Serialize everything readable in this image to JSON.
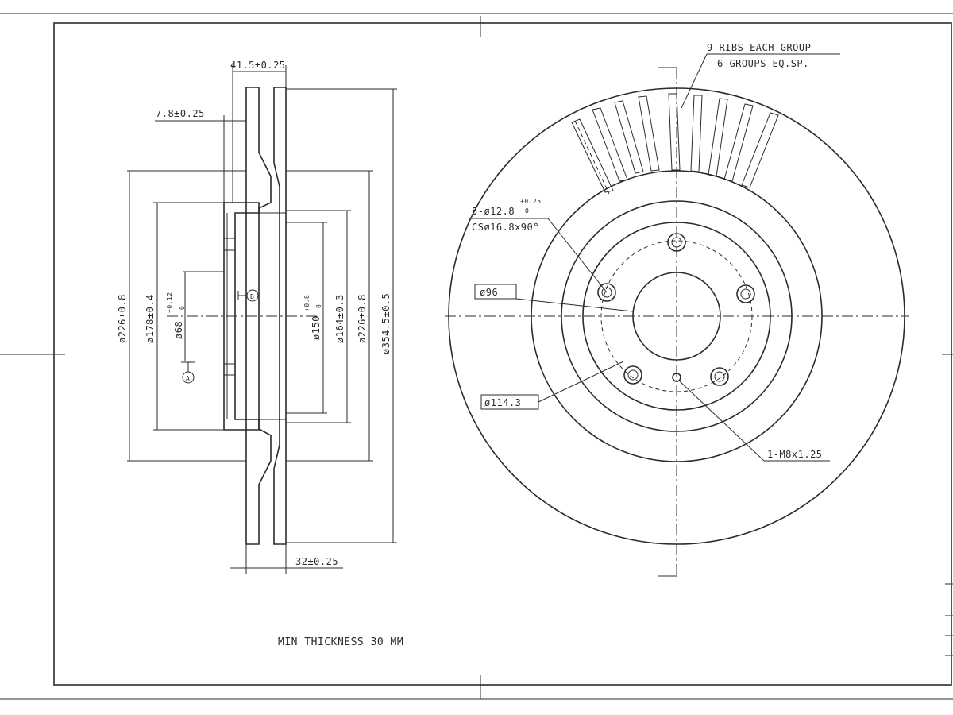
{
  "side_view": {
    "dim_thickness_top": "41.5±0.25",
    "dim_hat_wall": "7.8±0.25",
    "dim_226_left": "ø226±0.8",
    "dim_178": "ø178±0.4",
    "dim_68": "ø68",
    "dim_68_tol_upper": "+0.12",
    "dim_68_tol_lower": "0",
    "datum_b": "B",
    "datum_a": "A",
    "dim_150": "ø150",
    "dim_150_tol_upper": "+0.8",
    "dim_150_tol_lower": "0",
    "dim_164": "ø164±0.3",
    "dim_226_right": "ø226±0.8",
    "dim_354": "ø354.5±0.5",
    "dim_disc_width": "32±0.25"
  },
  "front_view": {
    "ribs_line1": "9 RIBS EACH GROUP",
    "ribs_line2": "6 GROUPS EQ.SP.",
    "bolt_holes": "5-ø12.8",
    "bolt_holes_tol_upper": "+0.25",
    "bolt_holes_tol_lower": "0",
    "countersink": "CSø16.8x90°",
    "center_bore": "ø96",
    "pcd": "ø114.3",
    "thread": "1-M8x1.25"
  },
  "note": "MIN THICKNESS 30 MM"
}
